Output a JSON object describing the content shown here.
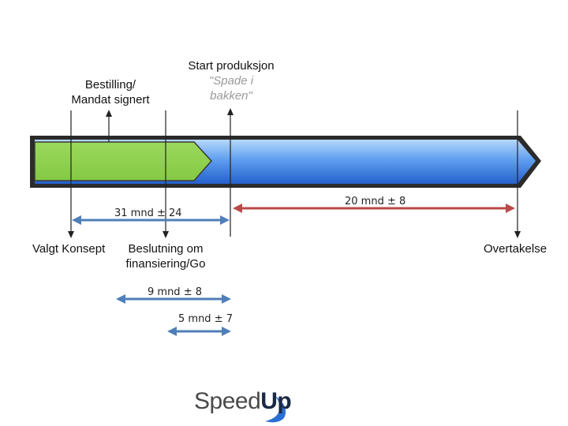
{
  "milestones": {
    "start_produksjon": {
      "title": "Start produksjon",
      "sub1": "\"Spade i",
      "sub2": "bakken\""
    },
    "bestilling": {
      "line1": "Bestilling/",
      "line2": "Mandat signert"
    },
    "valgt_konsept": "Valgt Konsept",
    "beslutning": {
      "line1": "Beslutning om",
      "line2": "finansiering/Go"
    },
    "overtakelse": "Overtakelse"
  },
  "durations": {
    "d1": "31 mnd ± 24",
    "d2": "20 mnd ± 8",
    "d3": "9 mnd ± 8",
    "d4": "5 mnd ± 7"
  },
  "logo": {
    "part1": "Speed",
    "part2": "Up"
  },
  "colors": {
    "bar_blue_top": "#9cc6f4",
    "bar_blue_bottom": "#2a6fd8",
    "bar_green": "#8fd14f",
    "bar_outline": "#2b2b2b",
    "arrow_blue": "#4f7fb8",
    "arrow_red": "#b94a48",
    "vline": "#222222"
  }
}
